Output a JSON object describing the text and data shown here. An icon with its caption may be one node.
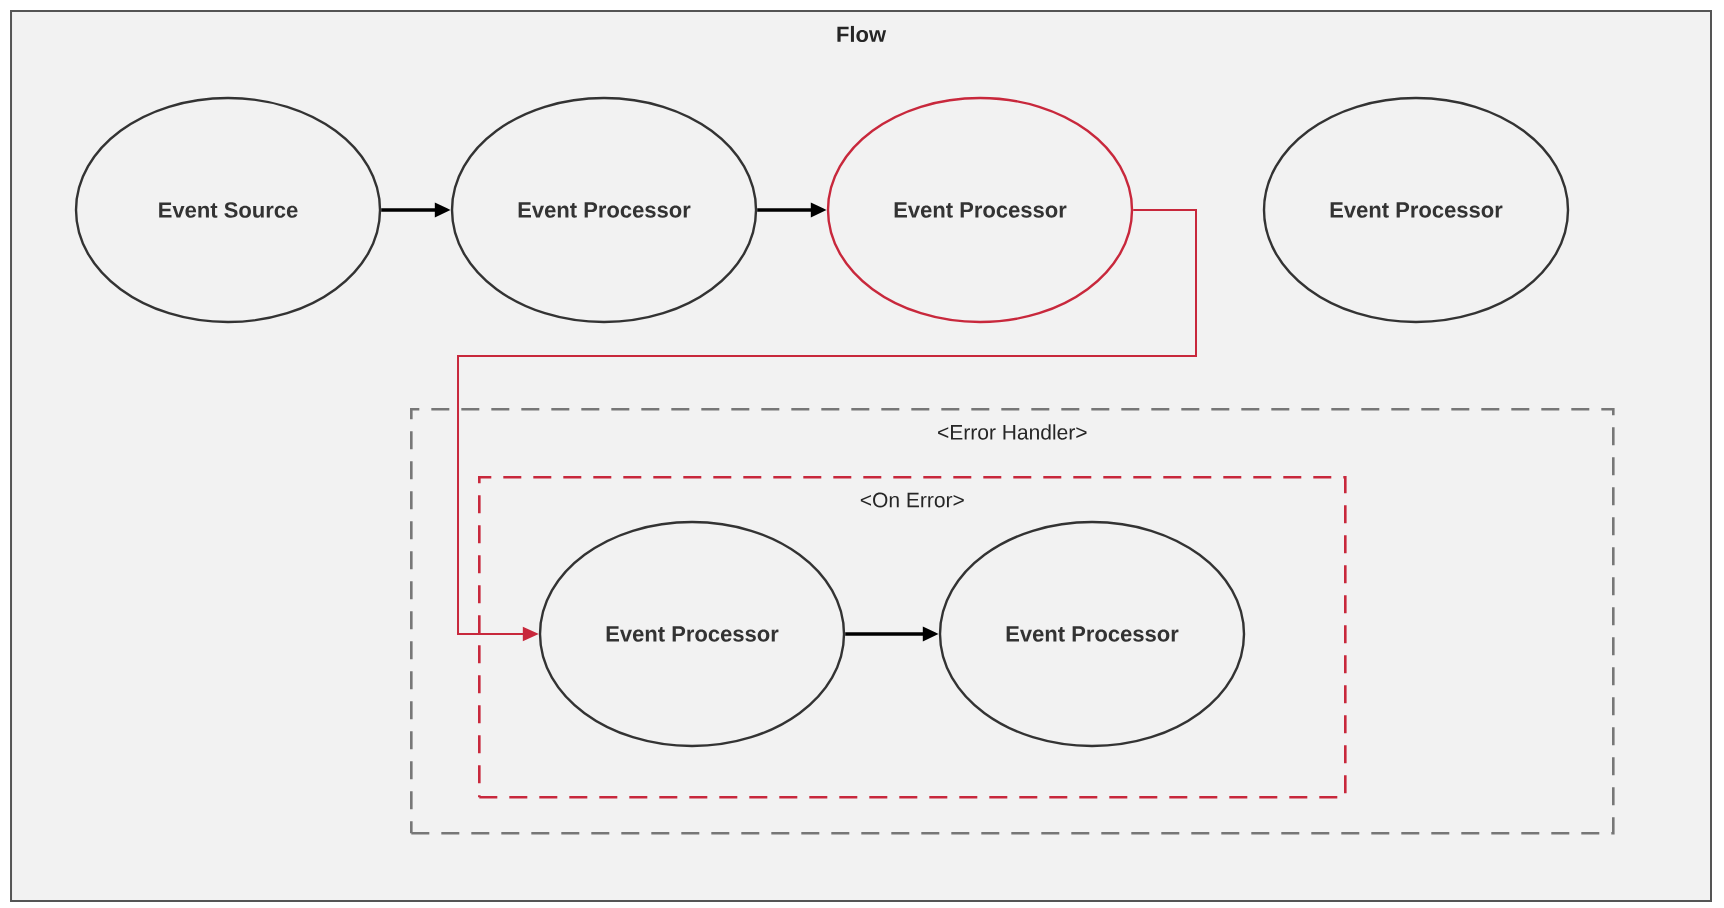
{
  "diagram": {
    "nodes": [
      {
        "text": [
          "Flow"
        ]
      },
      {
        "text": [
          "Event Source"
        ],
        "in": 0
      },
      {
        "text": [
          "Event Processor"
        ],
        "in": 0
      },
      {
        "text": [
          "Event Processor"
        ],
        "in": 0
      },
      {
        "text": [
          "Event Processor"
        ],
        "in": 0
      },
      {
        "text": [
          "<Error Handler>"
        ],
        "in": 0
      },
      {
        "text": [
          "<On Error>"
        ],
        "in": 5
      },
      {
        "text": [
          "Event Processor"
        ],
        "in": 6
      },
      {
        "text": [
          "Event Processor"
        ],
        "in": 6
      }
    ],
    "edges": [
      {
        "from": 1,
        "to": 2,
        "arrow": "to"
      },
      {
        "from": 2,
        "to": 3,
        "arrow": "to"
      },
      {
        "from": 3,
        "to": 7,
        "arrow": "to",
        "color": "#c8283c"
      },
      {
        "from": 7,
        "to": 8,
        "arrow": "to"
      }
    ]
  }
}
